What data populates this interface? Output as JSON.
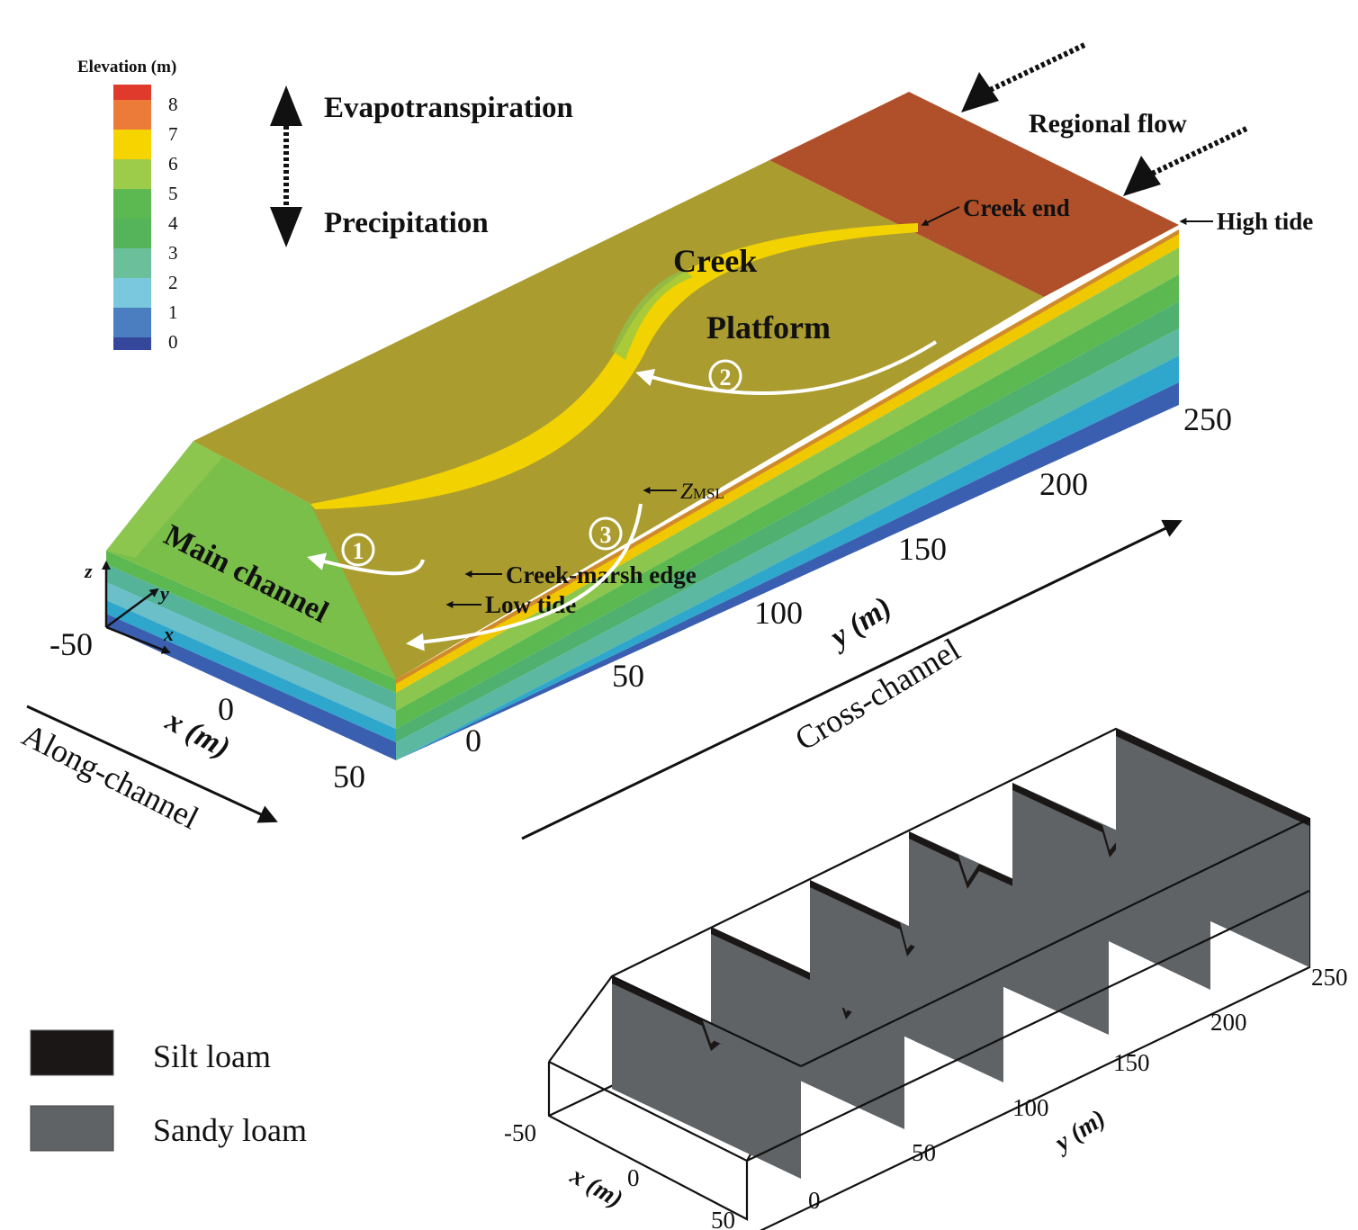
{
  "colorbar": {
    "title": "Elevation (m)",
    "levels": [
      "8",
      "7",
      "6",
      "5",
      "4",
      "3",
      "2",
      "1",
      "0"
    ],
    "colors": [
      "#e03a2c",
      "#ec7b3a",
      "#f5d400",
      "#9ccc4a",
      "#5cb850",
      "#55b35a",
      "#6bbf9a",
      "#7ac8dd",
      "#4a7ec0",
      "#34479a"
    ]
  },
  "fluxes": {
    "evapotranspiration": "Evapotranspiration",
    "precipitation": "Precipitation",
    "regional_flow": "Regional flow"
  },
  "features": {
    "creek": "Creek",
    "platform": "Platform",
    "main_channel": "Main channel",
    "creek_end": "Creek end",
    "high_tide": "High tide",
    "z_msl_main": "Z",
    "z_msl_sub": "MSL",
    "creek_marsh_edge": "Creek-marsh edge",
    "low_tide": "Low tide"
  },
  "flow_paths": [
    "1",
    "2",
    "3"
  ],
  "axes": {
    "x_label": "x (m)",
    "y_label": "y (m)",
    "x_ticks": [
      "-50",
      "0",
      "50"
    ],
    "y_ticks": [
      "0",
      "50",
      "100",
      "150",
      "200",
      "250"
    ],
    "triad": {
      "z": "z",
      "y": "y",
      "x": "x"
    },
    "along_channel": "Along-channel",
    "cross_channel": "Cross-channel"
  },
  "soil_model": {
    "x_label": "x (m)",
    "y_label": "y (m)",
    "x_ticks": [
      "-50",
      "0",
      "50"
    ],
    "y_ticks": [
      "0",
      "50",
      "100",
      "150",
      "200",
      "250"
    ]
  },
  "legend": {
    "items": [
      {
        "label": "Silt loam",
        "color": "#1a1716"
      },
      {
        "label": "Sandy loam",
        "color": "#5f6366"
      }
    ]
  },
  "colors": {
    "platform": "#ab9c30",
    "upland": "#b0502a",
    "channel_bank": "#8cc64e",
    "creek": "#f2d200",
    "flow_arrow": "#ffffff"
  }
}
